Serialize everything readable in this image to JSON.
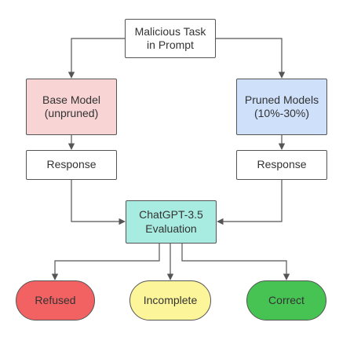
{
  "nodes": {
    "task": "Malicious Task\nin Prompt",
    "base_model": "Base Model\n(unpruned)",
    "pruned_models": "Pruned Models\n(10%-30%)",
    "response_left": "Response",
    "response_right": "Response",
    "evaluator": "ChatGPT-3.5\nEvaluation",
    "refused": "Refused",
    "incomplete": "Incomplete",
    "correct": "Correct"
  },
  "colors": {
    "base_model_fill": "#f8d4d4",
    "pruned_models_fill": "#cfe0fb",
    "evaluator_fill": "#a8ece1",
    "refused_fill": "#f26262",
    "incomplete_fill": "#fdf59a",
    "correct_fill": "#46c353",
    "connector": "#555555"
  }
}
